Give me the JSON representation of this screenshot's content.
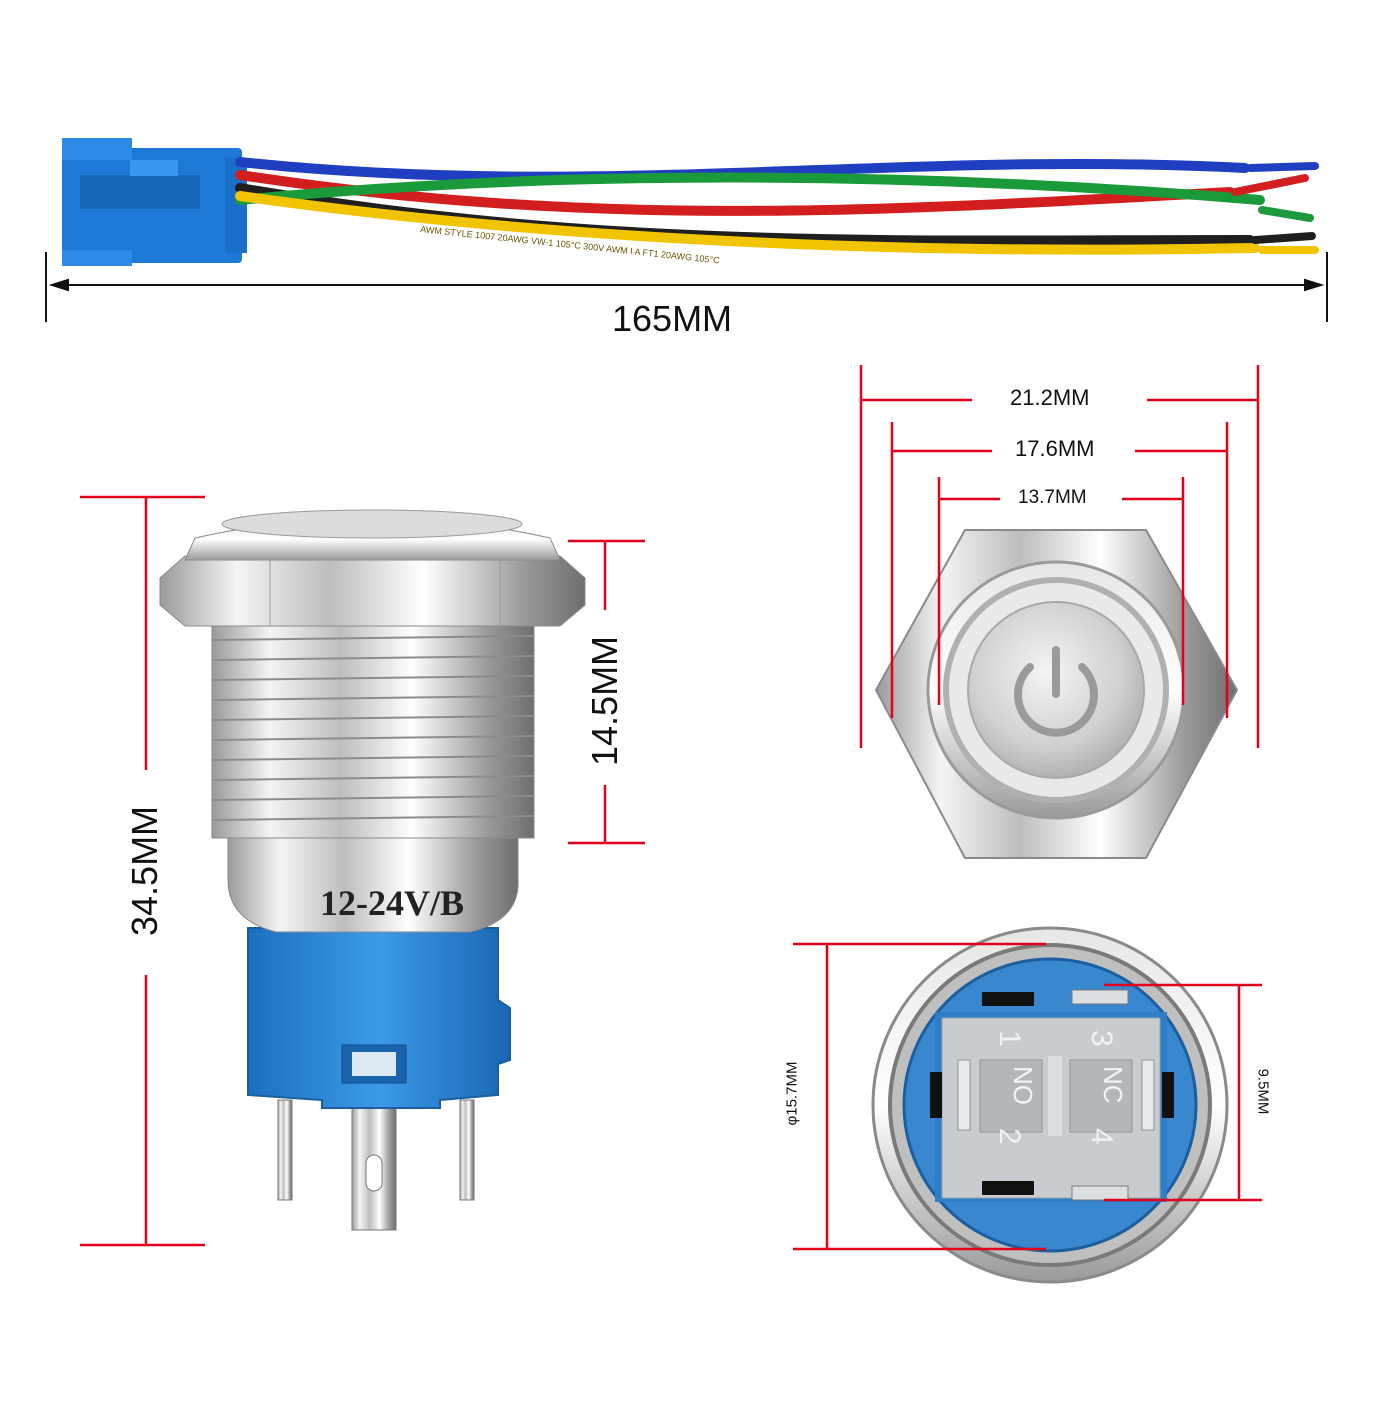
{
  "harness": {
    "length_label": "165MM",
    "wire_print": "AWM STYLE 1007 20AWG VW-1 105°C 300V AWM I A FT1 20AWG 105°C",
    "wire_colors": [
      "#1f3fc0",
      "#d21e1e",
      "#f2c400",
      "#1f1f1f",
      "#1a9a3a"
    ],
    "connector_color": "#1e78d6"
  },
  "side_view": {
    "height_label": "34.5MM",
    "thread_label": "14.5MM",
    "body_marking": "12-24V/B"
  },
  "front_view": {
    "dim_outer": "21.2MM",
    "dim_mid": "17.6MM",
    "dim_inner": "13.7MM",
    "icon": "power-icon"
  },
  "rear_view": {
    "diameter_label": "φ15.7MM",
    "pin_spacing_label": "9.5MM",
    "terminals": {
      "t1": "1",
      "t2": "2",
      "t3": "3",
      "t4": "4",
      "no": "NO",
      "nc": "NC"
    }
  },
  "colors": {
    "dimension_line": "#e4001b",
    "housing_blue": "#2c86d1"
  }
}
